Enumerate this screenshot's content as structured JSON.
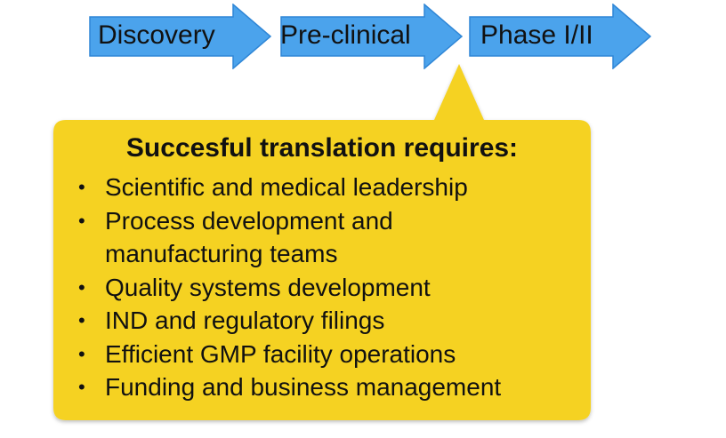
{
  "stages": [
    {
      "label": "Discovery"
    },
    {
      "label": "Pre-clinical"
    },
    {
      "label": "Phase I/II"
    }
  ],
  "callout": {
    "title": "Succesful translation requires:",
    "items": [
      {
        "line1": "Scientific and medical leadership",
        "line2": ""
      },
      {
        "line1": "Process development and",
        "line2": "manufacturing teams"
      },
      {
        "line1": "Quality systems development",
        "line2": ""
      },
      {
        "line1": "IND and regulatory filings",
        "line2": ""
      },
      {
        "line1": "Efficient GMP facility operations",
        "line2": ""
      },
      {
        "line1": "Funding and business management",
        "line2": ""
      }
    ]
  },
  "colors": {
    "arrow_fill": "#4ba3ec",
    "arrow_stroke": "#2f86d6",
    "callout_fill": "#f5d223",
    "text": "#111111"
  }
}
